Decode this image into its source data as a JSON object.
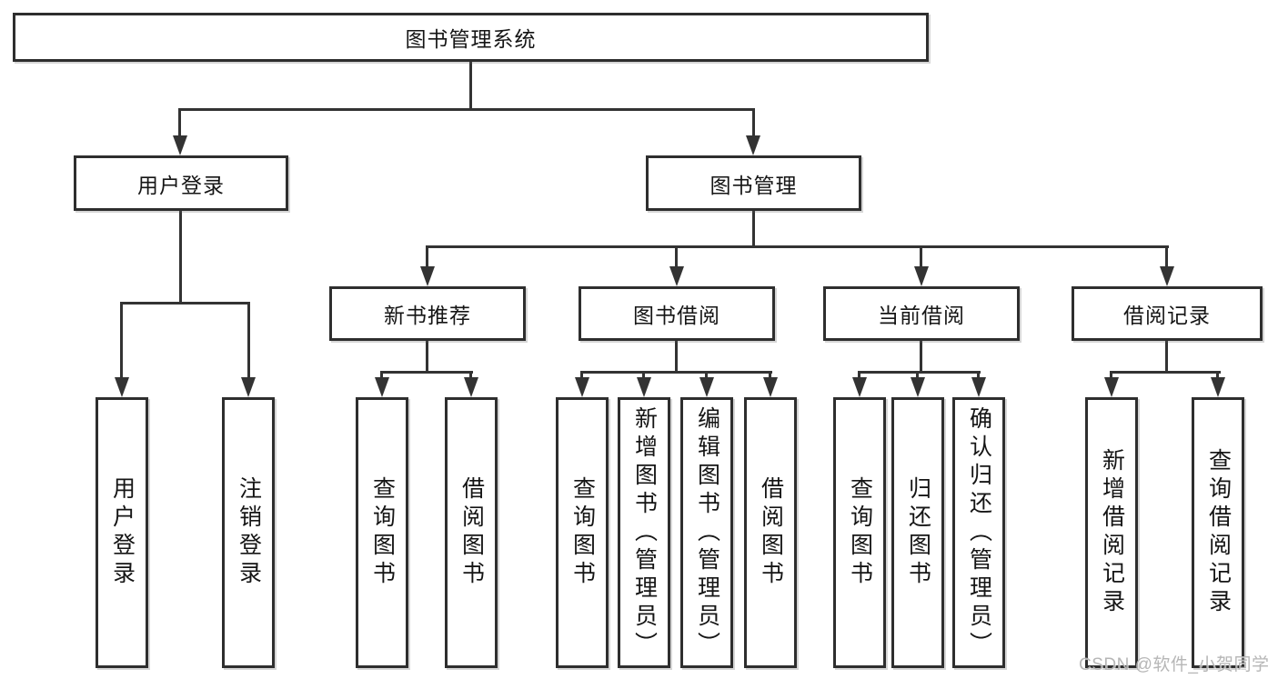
{
  "diagram": {
    "nodes": {
      "root": "图书管理系统",
      "user_login": "用户登录",
      "book_mgmt": "图书管理",
      "new_book_rec": "新书推荐",
      "book_borrow": "图书借阅",
      "current_borrow": "当前借阅",
      "borrow_record": "借阅记录"
    },
    "leaves": {
      "user_login": [
        "用户登录",
        "注销登录"
      ],
      "new_book_rec": [
        "查询图书",
        "借阅图书"
      ],
      "book_borrow": [
        "查询图书",
        "新增图书（管理员）",
        "编辑图书（管理员）",
        "借阅图书"
      ],
      "current_borrow": [
        "查询图书",
        "归还图书",
        "确认归还（管理员）"
      ],
      "borrow_record": [
        "新增借阅记录",
        "查询借阅记录"
      ]
    },
    "watermark": "CSDN @软件_小贺同学",
    "colors": {
      "line": "#333333",
      "box_border": "#2e2e2e",
      "box_background": "#ffffff",
      "text": "#151515",
      "watermark": "#b2b2b2"
    }
  }
}
